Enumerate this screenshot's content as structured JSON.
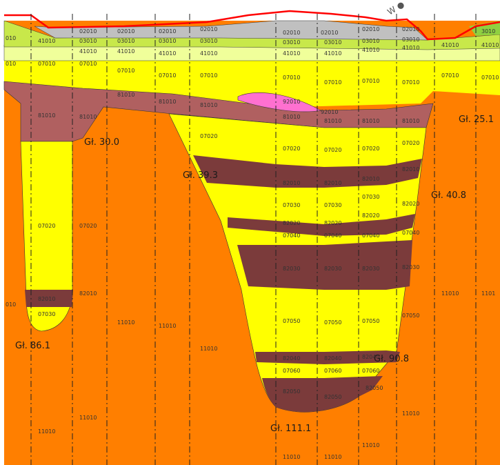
{
  "colors": {
    "base_11010": "#ff7f00",
    "layer_07010": "#ffff00",
    "layer_07020": "#ffff00",
    "layer_81010": "#b06060",
    "layer_82010": "#7b3b3b",
    "layer_92010": "#ff70d0",
    "layer_02010": "#c0c0c0",
    "layer_03010": "#c8e84a",
    "layer_41010": "#f0ff9a",
    "surface_line": "#ff0000"
  },
  "depth_labels": {
    "d1": "Gł. 86.1",
    "d2": "Gł. 30.0",
    "d3": "Gł. 39.3",
    "d4": "Gł. 111.1",
    "d5": "Gł. 90.8",
    "d6": "Gł. 40.8",
    "d7": "Gł. 25.1"
  },
  "top_fragment": "W ●",
  "codes": {
    "c02010": "02010",
    "c03010": "03010",
    "c41010": "41010",
    "c07010": "07010",
    "c07020": "07020",
    "c07030": "07030",
    "c07040": "07040",
    "c07050": "07050",
    "c07060": "07060",
    "c81010": "81010",
    "c82010": "82010",
    "c82020": "82020",
    "c82030": "82030",
    "c82040": "82040",
    "c82050": "82050",
    "c92010": "92010",
    "c11010": "11010",
    "c010": "010",
    "c3010": "3010",
    "c1101": "1101"
  }
}
